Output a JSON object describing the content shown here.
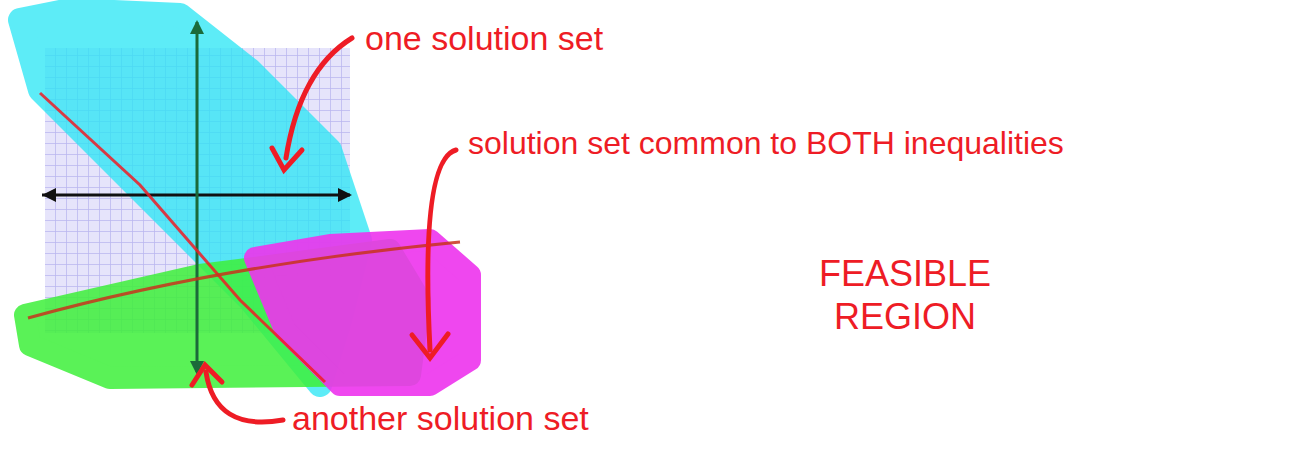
{
  "diagram": {
    "labels": [
      "one solution set",
      "solution set common to BOTH inequalities",
      "FEASIBLE REGION",
      "another solution set"
    ]
  }
}
